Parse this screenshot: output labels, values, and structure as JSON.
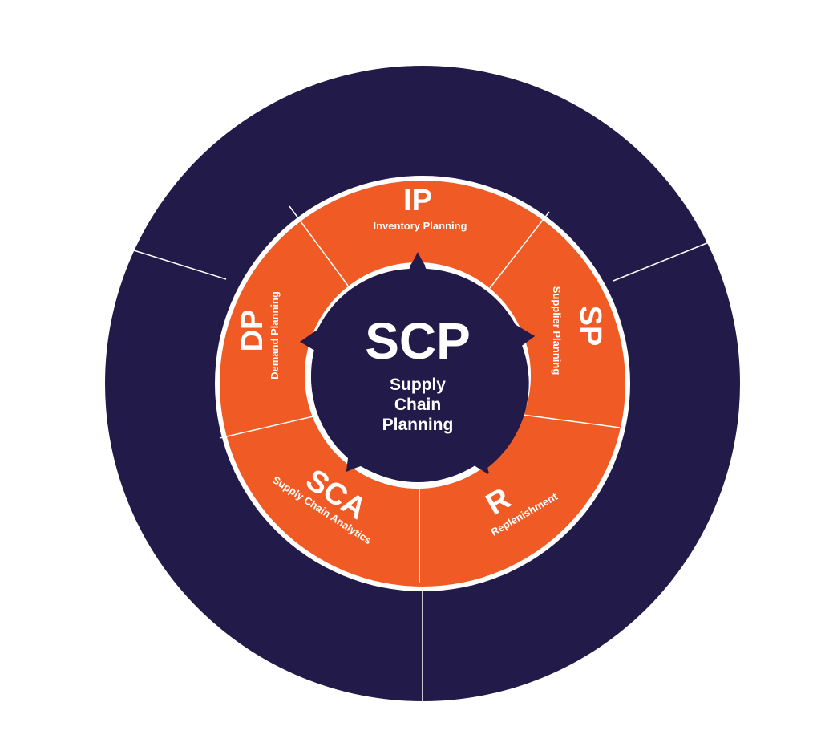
{
  "colors": {
    "navy": "#221a49",
    "orange": "#f05a24",
    "white": "#ffffff"
  },
  "center": {
    "abbr": "SCP",
    "lines": [
      "Supply",
      "Chain",
      "Planning"
    ]
  },
  "segments": [
    {
      "abbr": "IP",
      "name": "Inventory Planning"
    },
    {
      "abbr": "SP",
      "name": "Supplier Planning"
    },
    {
      "abbr": "R",
      "name": "Replenishment"
    },
    {
      "abbr": "SCA",
      "name": "Supply Chain Analytics"
    },
    {
      "abbr": "DP",
      "name": "Demand Planning"
    }
  ]
}
